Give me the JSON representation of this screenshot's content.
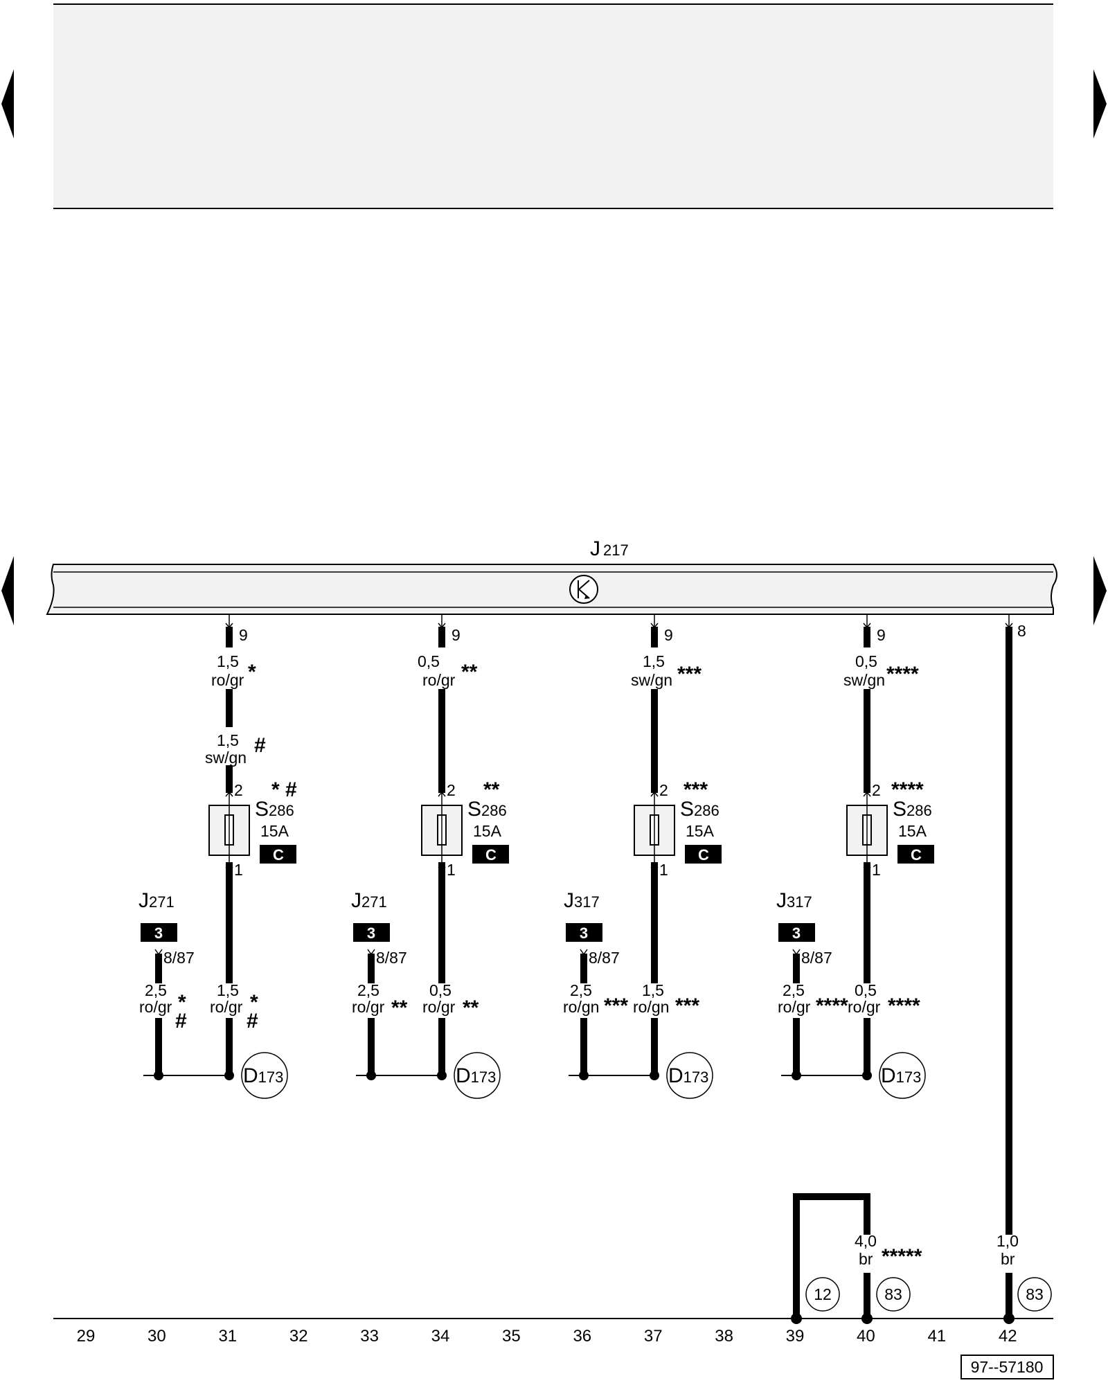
{
  "header_area": {
    "fill": "#f2f2f2"
  },
  "relay": {
    "label": "J",
    "sub": "217"
  },
  "branches": [
    {
      "pin_top": "9",
      "w1_size": "1,5",
      "w1_color": "ro/gr",
      "w1_mark": "*",
      "w2_size": "1,5",
      "w2_color": "sw/gn",
      "w2_mark": "#",
      "fuse_pin_top": "2",
      "fuse_mark": "* #",
      "fuse_label": "S",
      "fuse_sub": "286",
      "fuse_rating": "15A",
      "fuse_badge": "C",
      "fuse_pin_bottom": "1",
      "relay_label": "J",
      "relay_sub": "271",
      "relay_badge": "3",
      "relay_pin": "8/87",
      "w3_size": "2,5",
      "w3_color": "ro/gr",
      "w3_mark": "*",
      "w3_mark2": "#",
      "w4_size": "1,5",
      "w4_color": "ro/gr",
      "w4_mark": "*",
      "w4_mark2": "#",
      "conn_label": "D",
      "conn_sub": "173"
    },
    {
      "pin_top": "9",
      "w1_size": "0,5",
      "w1_color": "ro/gr",
      "w1_mark": "**",
      "fuse_pin_top": "2",
      "fuse_mark": "**",
      "fuse_label": "S",
      "fuse_sub": "286",
      "fuse_rating": "15A",
      "fuse_badge": "C",
      "fuse_pin_bottom": "1",
      "relay_label": "J",
      "relay_sub": "271",
      "relay_badge": "3",
      "relay_pin": "8/87",
      "w3_size": "2,5",
      "w3_color": "ro/gr",
      "w3_mark": "**",
      "w4_size": "0,5",
      "w4_color": "ro/gr",
      "w4_mark": "**",
      "conn_label": "D",
      "conn_sub": "173"
    },
    {
      "pin_top": "9",
      "w1_size": "1,5",
      "w1_color": "sw/gn",
      "w1_mark": "***",
      "fuse_pin_top": "2",
      "fuse_mark": "***",
      "fuse_label": "S",
      "fuse_sub": "286",
      "fuse_rating": "15A",
      "fuse_badge": "C",
      "fuse_pin_bottom": "1",
      "relay_label": "J",
      "relay_sub": "317",
      "relay_badge": "3",
      "relay_pin": "8/87",
      "w3_size": "2,5",
      "w3_color": "ro/gn",
      "w3_mark": "***",
      "w4_size": "1,5",
      "w4_color": "ro/gn",
      "w4_mark": "***",
      "conn_label": "D",
      "conn_sub": "173"
    },
    {
      "pin_top": "9",
      "w1_size": "0,5",
      "w1_color": "sw/gn",
      "w1_mark": "****",
      "fuse_pin_top": "2",
      "fuse_mark": "****",
      "fuse_label": "S",
      "fuse_sub": "286",
      "fuse_rating": "15A",
      "fuse_badge": "C",
      "fuse_pin_bottom": "1",
      "relay_label": "J",
      "relay_sub": "317",
      "relay_badge": "3",
      "relay_pin": "8/87",
      "w3_size": "2,5",
      "w3_color": "ro/gr",
      "w3_mark": "****",
      "w4_size": "0,5",
      "w4_color": "ro/gr",
      "w4_mark": "****",
      "conn_label": "D",
      "conn_sub": "173"
    }
  ],
  "ground_wire": {
    "size": "4,0",
    "color": "br",
    "mark": "*****",
    "ref_a": "12",
    "ref_b": "83"
  },
  "pin8_wire": {
    "pin": "8",
    "size": "1,0",
    "color": "br",
    "ref": "83"
  },
  "axis_numbers": [
    "29",
    "30",
    "31",
    "32",
    "33",
    "34",
    "35",
    "36",
    "37",
    "38",
    "39",
    "40",
    "41",
    "42"
  ],
  "figure_id": "97--57180"
}
